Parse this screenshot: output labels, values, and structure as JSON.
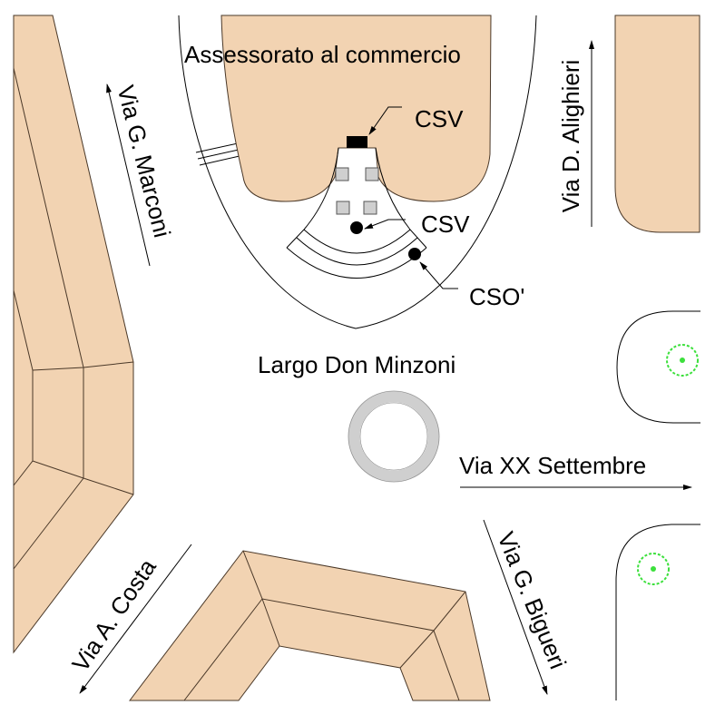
{
  "title": "Assessorato al commercio",
  "square_name": "Largo Don Minzoni",
  "markers": {
    "csv_top": "CSV",
    "csv_mid": "CSV",
    "cso": "CSO'"
  },
  "streets": {
    "marconi": "Via G. Marconi",
    "alighieri": "Via D. Alighieri",
    "xx_settembre": "Via XX Settembre",
    "costa": "Via A. Costa",
    "bigueri": "Via G. Bigueri"
  },
  "colors": {
    "building": "#F2D3B2",
    "roundabout": "#CFCFCF",
    "tree": "#3CE03C"
  }
}
